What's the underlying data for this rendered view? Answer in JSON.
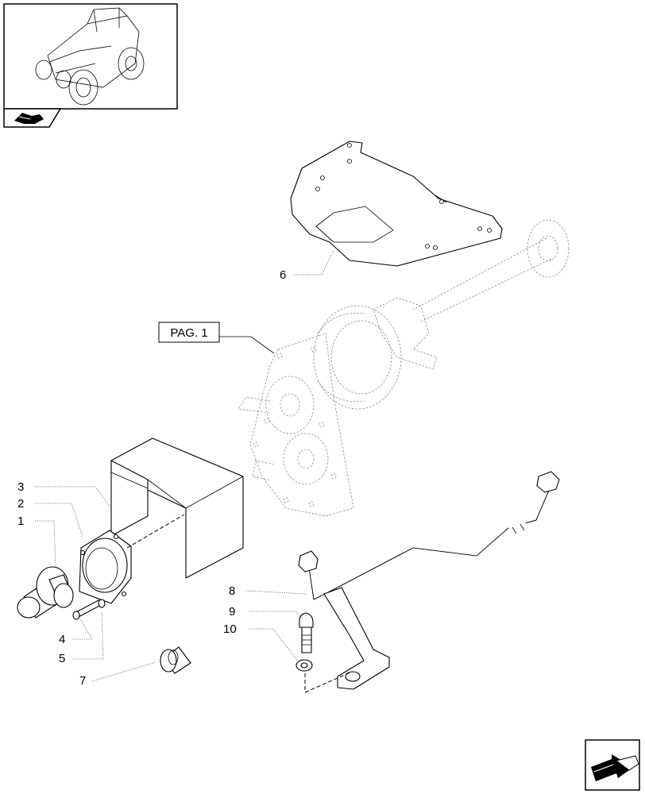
{
  "labels": {
    "p1": "1",
    "p2": "2",
    "p3": "3",
    "p4": "4",
    "p5": "5",
    "p6": "6",
    "p7": "7",
    "p8": "8",
    "p9": "9",
    "p10": "10",
    "page_ref": "PAG. 1"
  },
  "icons": {
    "thumbnail": "tractor-thumbnail-icon",
    "section": "book-section-icon",
    "nav": "next-page-arrow-icon"
  }
}
